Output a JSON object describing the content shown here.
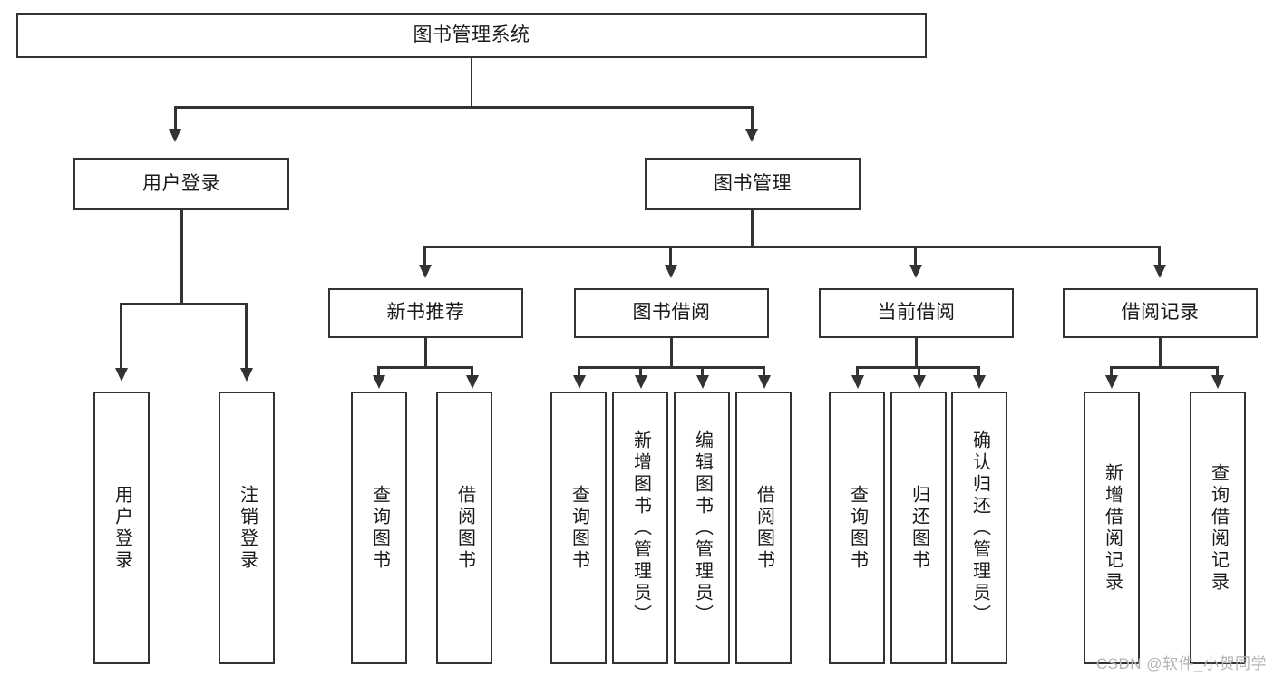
{
  "diagram": {
    "title": "图书管理系统",
    "root": {
      "label": "图书管理系统"
    },
    "level1": [
      {
        "label": "用户登录"
      },
      {
        "label": "图书管理"
      }
    ],
    "level2": [
      {
        "label": "新书推荐"
      },
      {
        "label": "图书借阅"
      },
      {
        "label": "当前借阅"
      },
      {
        "label": "借阅记录"
      }
    ],
    "leaves": {
      "user_login": [
        {
          "label": "用户登录"
        },
        {
          "label": "注销登录"
        }
      ],
      "new_book_recommend": [
        {
          "label": "查询图书"
        },
        {
          "label": "借阅图书"
        }
      ],
      "book_borrow": [
        {
          "label": "查询图书"
        },
        {
          "label": "新增图书（管理员）"
        },
        {
          "label": "编辑图书（管理员）"
        },
        {
          "label": "借阅图书"
        }
      ],
      "current_borrow": [
        {
          "label": "查询图书"
        },
        {
          "label": "归还图书"
        },
        {
          "label": "确认归还（管理员）"
        }
      ],
      "borrow_record": [
        {
          "label": "新增借阅记录"
        },
        {
          "label": "查询借阅记录"
        }
      ]
    }
  },
  "watermark": {
    "text": "CSDN @软件_小贺同学"
  },
  "colors": {
    "stroke": "#333333",
    "background": "#ffffff",
    "text": "#1a1a1a",
    "watermark": "#b3b3b3"
  }
}
